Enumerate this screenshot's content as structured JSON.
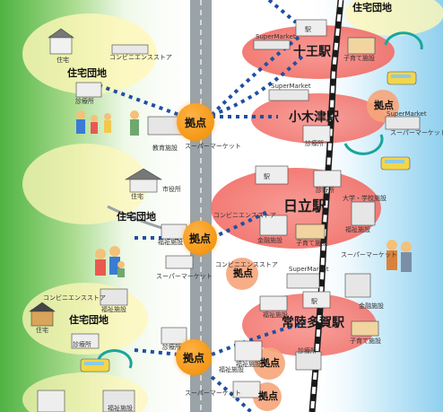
{
  "stations": {
    "juo": "十王駅",
    "ogitsu": "小木津駅",
    "hitachi": "日立駅",
    "hitachitaga": "常陸多賀駅"
  },
  "hub_label": "拠点",
  "housing_label": "住宅団地",
  "facility_labels": {
    "childcare": "子育て施設",
    "clinic": "診療所",
    "convenience": "コンビニエンスストア",
    "supermarket": "スーパーマーケット",
    "supermarket_sign": "SuperMarket",
    "education": "教育施設",
    "city_hall": "市役所",
    "welfare": "福祉施設",
    "finance": "金融施設",
    "university": "大学・学校施設",
    "house": "住宅",
    "station_sign": "駅"
  },
  "colors": {
    "rail": "#1a1a1a",
    "road": "#9aa3a8",
    "station_zone": "#f4776a",
    "hub": "#f39800",
    "route_dots": "#1f4fa3",
    "bus_loop": "#1aa59b",
    "left_green": "#57b947",
    "right_blue": "#9fd6ef"
  }
}
